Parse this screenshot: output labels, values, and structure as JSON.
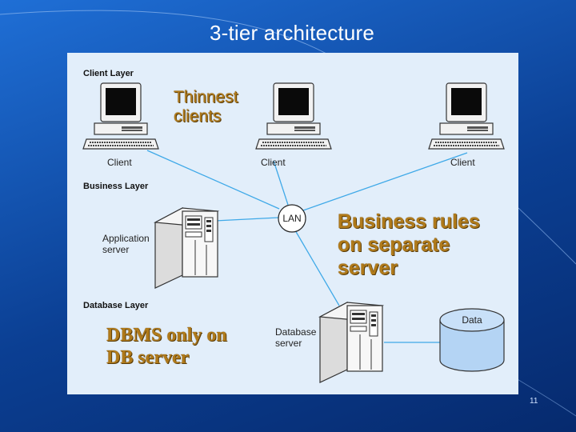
{
  "slide": {
    "title": "3-tier architecture",
    "page_number": "11"
  },
  "diagram": {
    "layers": {
      "client": "Client Layer",
      "business": "Business Layer",
      "database": "Database Layer"
    },
    "client_label": "Client",
    "lan_label": "LAN",
    "app_server_label": [
      "Application",
      "server"
    ],
    "db_server_label": [
      "Database",
      "server"
    ],
    "data_label": "Data"
  },
  "callouts": {
    "thinnest": [
      "Thinnest",
      "clients"
    ],
    "business": [
      "Business rules",
      "on separate",
      "server"
    ],
    "dbms": [
      "DBMS only on",
      "DB server"
    ]
  },
  "colors": {
    "background": "#0b3f93",
    "panel": "#e2eefa",
    "connector": "#3fa9e8",
    "cylinder": "#b4d4f4",
    "callout_text": "#b07a1a"
  }
}
